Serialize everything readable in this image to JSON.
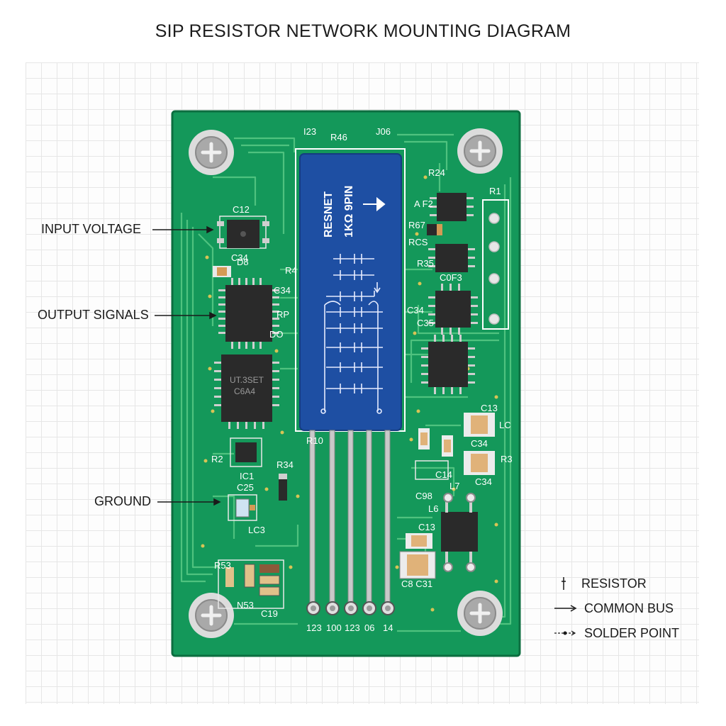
{
  "title": "SIP RESISTOR NETWORK MOUNTING DIAGRAM",
  "colors": {
    "board": "#14985a",
    "board_edge": "#0c6e40",
    "trace": "#4fc27f",
    "chip": "#2a2a2a",
    "sip_body": "#1e4fa3",
    "pin": "#c9c9c9"
  },
  "callouts": {
    "input_voltage": "INPUT VOLTAGE",
    "output_signals": "OUTPUT SIGNALS",
    "ground": "GROUND"
  },
  "sip": {
    "label_line1": "RESNET",
    "label_line2": "1KΩ 9PIN",
    "top_labels": [
      "I23",
      "R46",
      "J06"
    ],
    "pin_labels": [
      "123",
      "100",
      "123",
      "06",
      "14"
    ]
  },
  "components": {
    "c12": "C12",
    "c34_left": "C34",
    "d8": "D8",
    "r4_left": "R4",
    "c34_mid": "C34",
    "rp": "RP",
    "do": "DO",
    "chip_mark1": "UT.3SET",
    "chip_mark2": "C6A4",
    "r2": "R2",
    "ic1": "IC1",
    "r34": "R34",
    "c25": "C25",
    "lc3": "LC3",
    "r10": "R10",
    "r53": "R53",
    "n53": "N53",
    "c19": "C19",
    "r24": "R24",
    "a_f2": "A F2",
    "r1": "R1",
    "r67": "R67",
    "rcs": "RCS",
    "r35": "R35",
    "c0f3": "C0F3",
    "c34_right": "C34",
    "c35": "C35",
    "c13_top": "C13",
    "c34_lower": "C34",
    "r3": "R3",
    "c34_bottom": "C34",
    "lc": "LC",
    "c98": "C98",
    "l6": "L6",
    "c13_lower": "C13",
    "c8_c31": "C8 C31",
    "c14": "C14",
    "l7": "L7"
  },
  "legend": {
    "resistor": "RESISTOR",
    "common_bus": "COMMON BUS",
    "solder_point": "SOLDER POINT"
  }
}
